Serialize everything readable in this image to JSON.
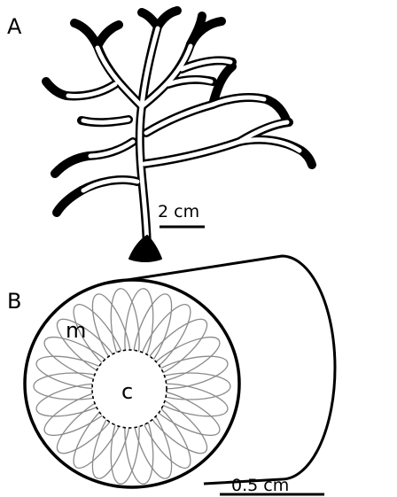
{
  "panels": {
    "a": {
      "letter": "A"
    },
    "b": {
      "letter": "B"
    }
  },
  "scale_bars": {
    "a_label": "2 cm",
    "b_label": "0.5 cm"
  },
  "region_labels": {
    "medulla": "m",
    "cortex": "c"
  },
  "colors": {
    "ink": "#000000",
    "filament_outline": "#8a8a8a",
    "background": "#ffffff"
  }
}
